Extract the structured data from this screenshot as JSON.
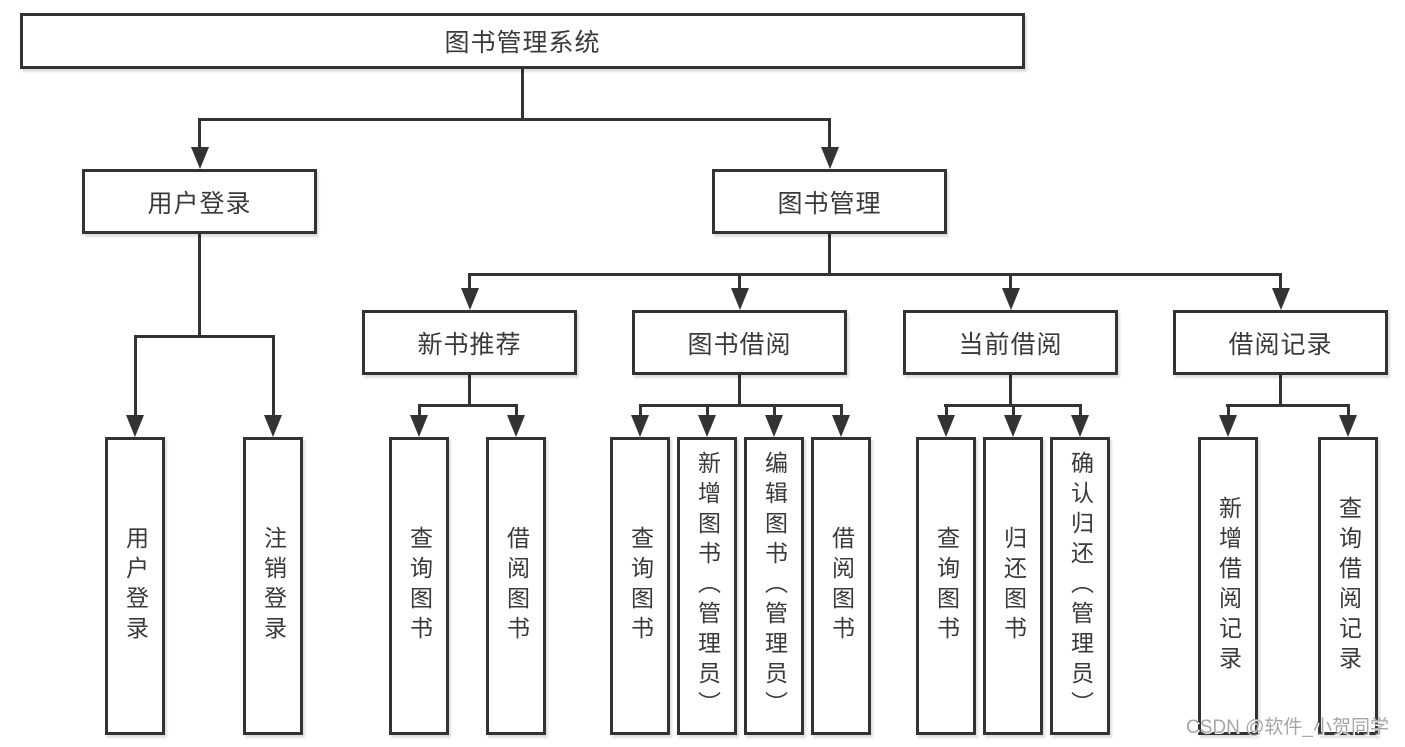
{
  "diagram": {
    "root": "图书管理系统",
    "level2": [
      "用户登录",
      "图书管理"
    ],
    "level3": [
      "新书推荐",
      "图书借阅",
      "当前借阅",
      "借阅记录"
    ],
    "leaves": {
      "user": [
        "用户登录",
        "注销登录"
      ],
      "newbook": [
        "查询图书",
        "借阅图书"
      ],
      "borrow": [
        "查询图书",
        "新增图书（管理员）",
        "编辑图书（管理员）",
        "借阅图书"
      ],
      "current": [
        "查询图书",
        "归还图书",
        "确认归还（管理员）"
      ],
      "record": [
        "新增借阅记录",
        "查询借阅记录"
      ]
    },
    "watermark": "CSDN @软件_小贺同学",
    "colors": {
      "line": "#333333",
      "text": "#3a3a3a",
      "box_background": "#ffffff",
      "watermark": "#a6a6a6",
      "background": "#ffffff"
    }
  }
}
